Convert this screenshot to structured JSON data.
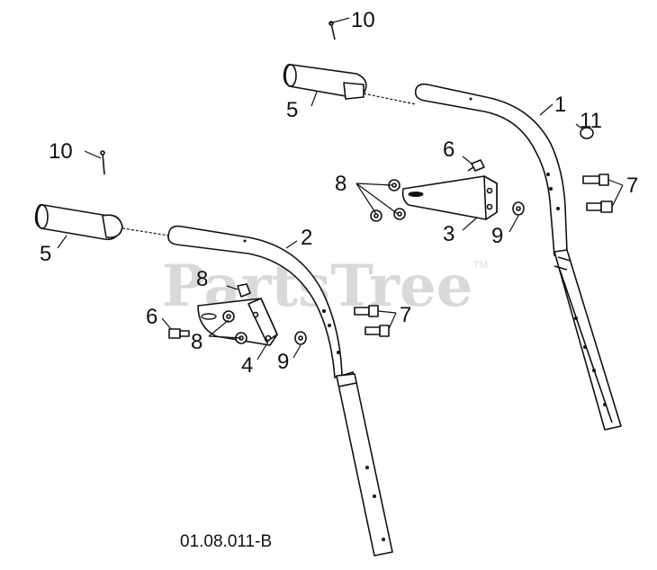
{
  "watermark": {
    "text": "PartsTree",
    "trademark": "TM"
  },
  "diagram_code": "01.08.011-B",
  "callouts": {
    "c1": "1",
    "c2": "2",
    "c3": "3",
    "c4": "4",
    "c5_upper": "5",
    "c5_lower": "5",
    "c6_upper": "6",
    "c6_lower": "6",
    "c7_upper": "7",
    "c7_lower": "7",
    "c8_upper": "8",
    "c8_lower_top": "8",
    "c8_lower": "8",
    "c9_upper": "9",
    "c9_lower": "9",
    "c10_upper": "10",
    "c10_lower": "10",
    "c11": "11"
  },
  "colors": {
    "line": "#111111",
    "watermark": "#d9d9d9",
    "background": "#ffffff"
  }
}
